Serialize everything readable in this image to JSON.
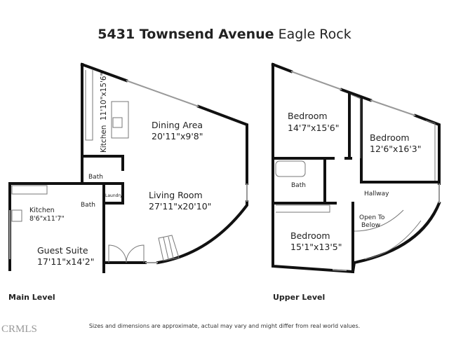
{
  "title": {
    "address": "5431 Townsend Avenue",
    "area": "Eagle Rock"
  },
  "main_level": {
    "label": "Main Level",
    "rooms": {
      "kitchen_main": {
        "name": "Kitchen",
        "dims": "11'10\"x15'6\""
      },
      "dining": {
        "name": "Dining Area",
        "dims": "20'11\"x9'8\""
      },
      "living": {
        "name": "Living Room",
        "dims": "27'11\"x20'10\""
      },
      "bath_upper": {
        "name": "Bath"
      },
      "bath_lower": {
        "name": "Bath"
      },
      "laundry": {
        "name": "Laundry"
      },
      "kitchen_suite": {
        "name": "Kitchen",
        "dims": "8'6\"x11'7\""
      },
      "guest_suite": {
        "name": "Guest Suite",
        "dims": "17'11\"x14'2\""
      }
    }
  },
  "upper_level": {
    "label": "Upper Level",
    "rooms": {
      "bedroom1": {
        "name": "Bedroom",
        "dims": "14'7\"x15'6\""
      },
      "bedroom2": {
        "name": "Bedroom",
        "dims": "12'6\"x16'3\""
      },
      "bath": {
        "name": "Bath"
      },
      "hallway": {
        "name": "Hallway"
      },
      "open_to_below": {
        "line1": "Open To",
        "line2": "Below"
      },
      "bedroom3": {
        "name": "Bedroom",
        "dims": "15'1\"x13'5\""
      }
    }
  },
  "disclaimer": "Sizes and dimensions are approximate, actual may vary and might differ from real world values.",
  "watermark": "CRMLS"
}
